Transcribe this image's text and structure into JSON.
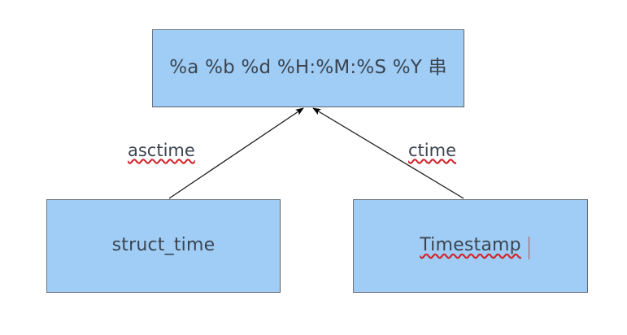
{
  "diagram": {
    "type": "flow-diagram",
    "background_color": "#ffffff",
    "node_fill_color": "#9FCDF5",
    "node_border_color": "#5b6470",
    "text_color": "#3c4450",
    "spellcheck_underline_color": "#d2232a",
    "nodes": [
      {
        "id": "format-string",
        "label": "%a %b %d %H:%M:%S %Y 串",
        "misspelled": false,
        "position": "top-center"
      },
      {
        "id": "struct-time",
        "label": "struct_time",
        "misspelled": false,
        "position": "bottom-left"
      },
      {
        "id": "timestamp",
        "label": "Timestamp",
        "misspelled": true,
        "position": "bottom-right"
      }
    ],
    "edges": [
      {
        "id": "asctime-edge",
        "label": "asctime",
        "from": "struct-time",
        "to": "format-string",
        "misspelled": true,
        "arrowhead": "filled-triangle"
      },
      {
        "id": "ctime-edge",
        "label": "ctime",
        "from": "timestamp",
        "to": "format-string",
        "misspelled": true,
        "arrowhead": "filled-triangle"
      }
    ]
  }
}
